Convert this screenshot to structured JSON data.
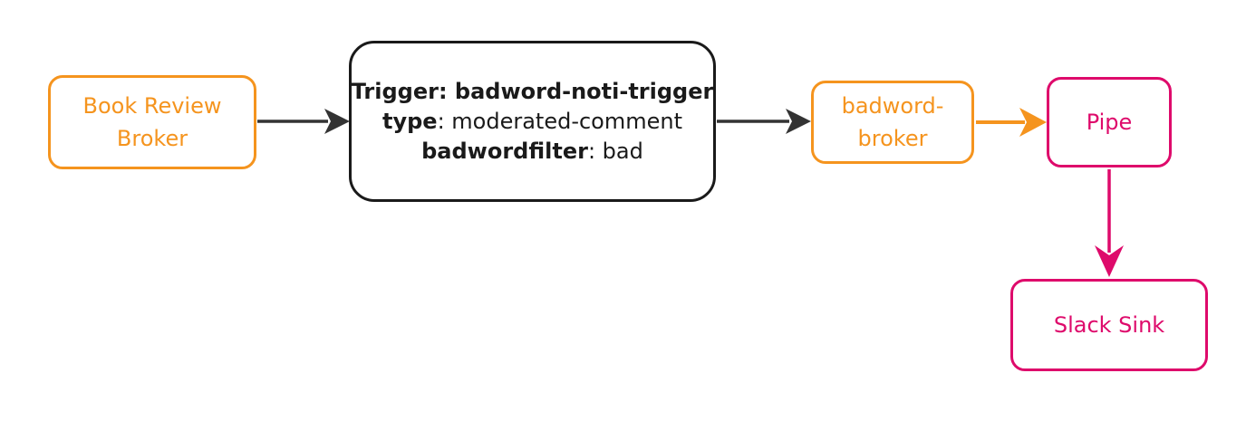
{
  "colors": {
    "orange": "#F5941E",
    "pink": "#DE0A6B",
    "node_border_dark": "#1A1A1A",
    "arrow_dark": "#333333",
    "background": "#FFFFFF"
  },
  "diagram": {
    "nodes": {
      "book_review_broker": {
        "label": "Book Review Broker",
        "color": "orange"
      },
      "trigger": {
        "color": "node_border_dark",
        "lines": [
          {
            "bold": "Trigger: badword-noti-trigger",
            "regular": ""
          },
          {
            "bold": "type",
            "regular": ": moderated-comment"
          },
          {
            "bold": "badwordfilter",
            "regular": ": bad"
          }
        ]
      },
      "badword_broker": {
        "label": "badword-broker",
        "color": "orange"
      },
      "pipe": {
        "label": "Pipe",
        "color": "pink"
      },
      "slack_sink": {
        "label": "Slack Sink",
        "color": "pink"
      }
    },
    "edges": [
      {
        "from": "book_review_broker",
        "to": "trigger",
        "direction": "right",
        "color": "arrow_dark"
      },
      {
        "from": "trigger",
        "to": "badword_broker",
        "direction": "right",
        "color": "arrow_dark"
      },
      {
        "from": "badword_broker",
        "to": "pipe",
        "direction": "right",
        "color": "orange"
      },
      {
        "from": "pipe",
        "to": "slack_sink",
        "direction": "down",
        "color": "pink"
      }
    ]
  }
}
